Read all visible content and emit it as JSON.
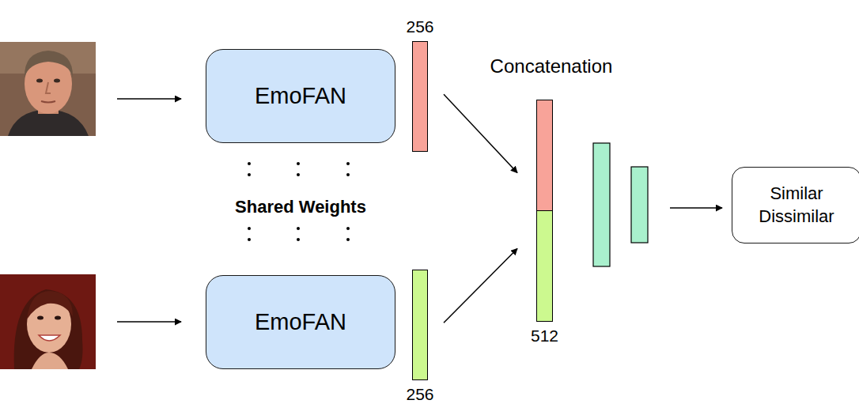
{
  "diagram": {
    "nodes": [
      {
        "text": [
          "EmoFAN"
        ]
      },
      {
        "text": [
          "256"
        ]
      },
      {
        "text": [
          "EmoFAN"
        ]
      },
      {
        "text": [
          "256"
        ]
      },
      {
        "text": [
          "512"
        ]
      },
      {
        "text": [
          "Similar Dissimilar"
        ]
      }
    ],
    "edges": [
      {
        "from": 1,
        "to": 4,
        "arrow": "to"
      },
      {
        "from": 3,
        "to": 4,
        "arrow": "to"
      }
    ],
    "labels": [
      "Concatenation",
      "Shared Weights"
    ]
  }
}
